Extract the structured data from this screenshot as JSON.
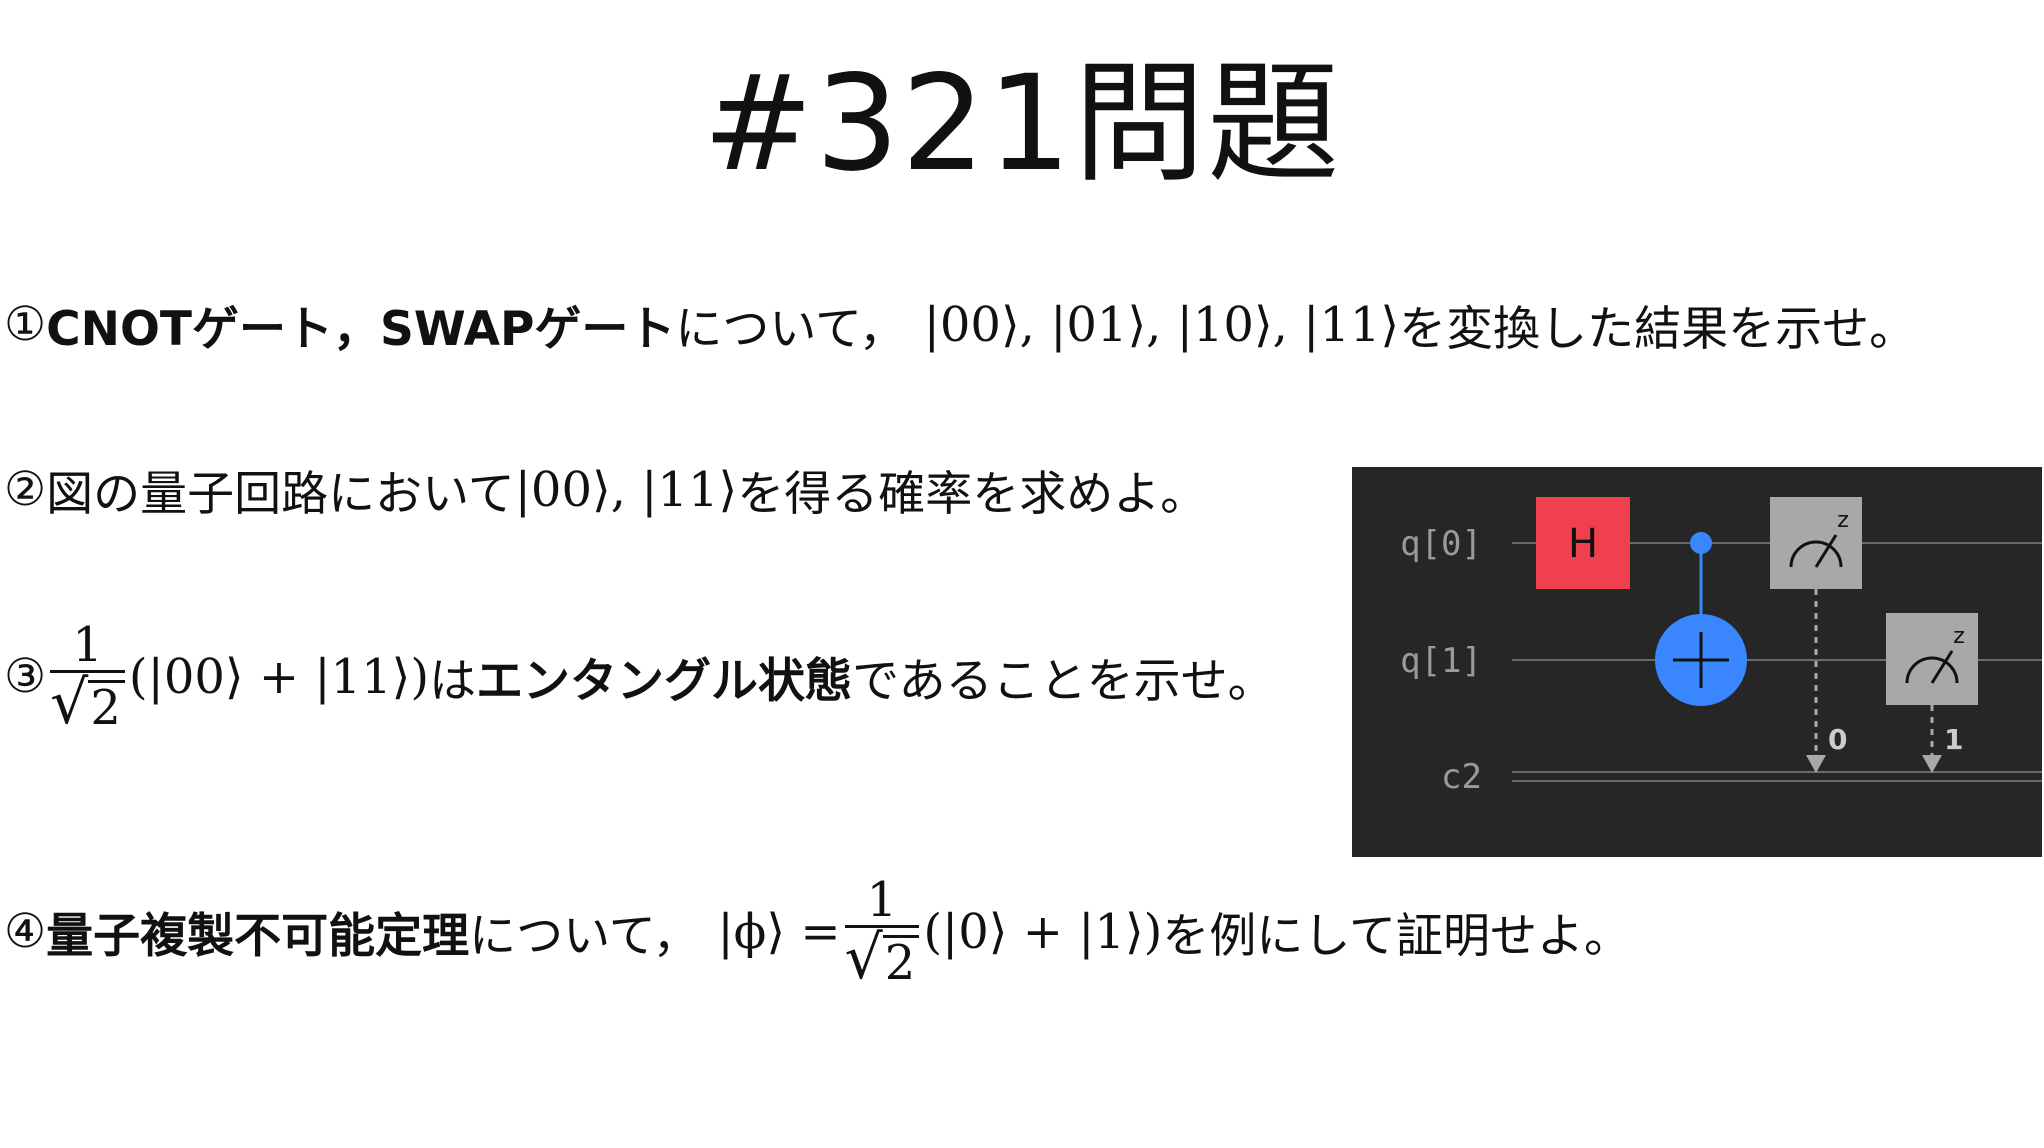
{
  "title": "#321問題",
  "q1": {
    "num": "①",
    "bold_a": "CNOTゲート",
    "comma": "，",
    "bold_b": "SWAPゲート",
    "text_a": "について，",
    "math": "|00⟩, |01⟩, |10⟩, |11⟩",
    "text_b": "を変換した結果を示せ。"
  },
  "q2": {
    "num": "②",
    "text_a": "図の量子回路において",
    "math": "|00⟩, |11⟩",
    "text_b": "を得る確率を求めよ。"
  },
  "q3": {
    "num": "③",
    "frac_num": "1",
    "frac_den": "2",
    "math": "(|00⟩ + |11⟩)",
    "text_a": "は",
    "bold": "エンタングル状態",
    "text_b": "であることを示せ。"
  },
  "q4": {
    "num": "④",
    "bold": "量子複製不可能定理",
    "text_a": "について，",
    "math_lhs": "|ϕ⟩ =",
    "frac_num": "1",
    "frac_den": "2",
    "math": "(|0⟩ + |1⟩)",
    "text_b": "を例にして証明せよ。"
  },
  "circuit": {
    "qubits": [
      "q[0]",
      "q[1]"
    ],
    "classical": "c2",
    "h_gate": "H",
    "meter_label": "z",
    "bits": [
      "0",
      "1"
    ],
    "colors": {
      "background": "#262626",
      "h_gate": "#f04050",
      "cnot": "#3a86ff",
      "measure": "#a8a8a8",
      "wire": "#6a6a6a",
      "label": "#9a9a9a"
    }
  }
}
